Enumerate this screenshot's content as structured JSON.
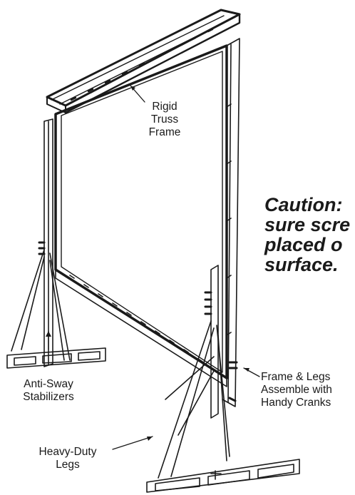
{
  "labels": {
    "truss": [
      "Rigid",
      "Truss",
      "Frame"
    ],
    "frame_legs": [
      "Frame & Legs",
      "Assemble with",
      "Handy Cranks"
    ],
    "stabilizers": [
      "Anti-Sway",
      "Stabilizers"
    ],
    "legs": [
      "Heavy-Duty",
      "Legs"
    ]
  },
  "caution": [
    "Caution:",
    "sure scre",
    "placed o",
    "surface."
  ],
  "colors": {
    "ink": "#1a1a1a",
    "background": "#ffffff"
  }
}
